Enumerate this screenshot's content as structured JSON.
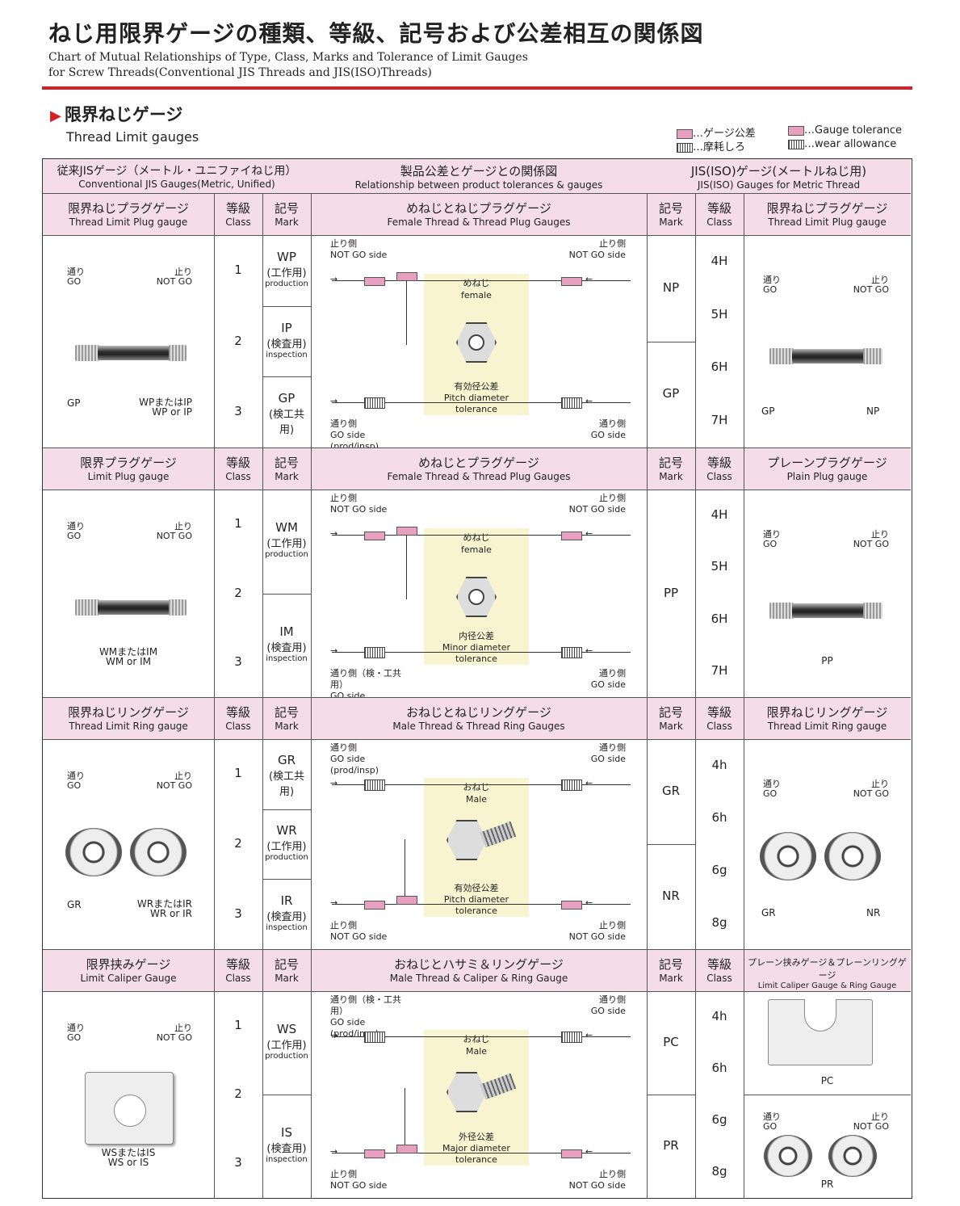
{
  "title": {
    "jp": "ねじ用限界ゲージの種類、等級、記号および公差相互の関係図",
    "en1": "Chart of Mutual Relationships of Type, Class, Marks and Tolerance of Limit Gauges",
    "en2": "for Screw Threads(Conventional JIS Threads and JIS(ISO)Threads)"
  },
  "section": {
    "jp": "限界ねじゲージ",
    "en": "Thread Limit gauges"
  },
  "legend": {
    "gt_jp": "…ゲージ公差",
    "wr_jp": "…摩耗しろ",
    "gt_en": "…Gauge tolerance",
    "wr_en": "…wear allowance"
  },
  "header": {
    "left_jp": "従来JISゲージ（メートル・ユニファイねじ用）",
    "left_en": "Conventional JIS Gauges(Metric, Unified)",
    "mid_jp": "製品公差とゲージとの関係図",
    "mid_en": "Relationship between product tolerances & gauges",
    "right_jp": "JIS(ISO)ゲージ(メートルねじ用)",
    "right_en": "JIS(ISO) Gauges for Metric Thread"
  },
  "common": {
    "class_jp": "等級",
    "class_en": "Class",
    "mark_jp": "記号",
    "mark_en": "Mark",
    "go_jp": "通り",
    "go_en": "GO",
    "ng_jp": "止り",
    "ng_en": "NOT GO"
  },
  "sections": [
    {
      "left_jp": "限界ねじプラグゲージ",
      "left_en": "Thread Limit Plug gauge",
      "mid_jp": "めねじとねじプラグゲージ",
      "mid_en": "Female Thread & Thread Plug Gauges",
      "right_jp": "限界ねじプラグゲージ",
      "right_en": "Thread Limit Plug gauge",
      "classes": [
        "1",
        "2",
        "3"
      ],
      "marks": [
        {
          "code": "WP",
          "jp": "(工作用)",
          "en": "production"
        },
        {
          "code": "IP",
          "jp": "(検査用)",
          "en": "inspection"
        },
        {
          "code": "GP",
          "jp": "(検工共用)",
          "en": ""
        }
      ],
      "left_cap_a": "GP",
      "left_cap_b": "WPまたはIP",
      "left_cap_c": "WP or IP",
      "top_left_jp": "止り側",
      "top_left_en": "NOT GO side",
      "top_right_jp": "止り側",
      "top_right_en": "NOT GO side",
      "bot_left_jp": "通り側",
      "bot_left_en": "GO side  (prod/insp)",
      "bot_right_jp": "通り側",
      "bot_right_en": "GO side",
      "zone_jp": "めねじ",
      "zone_en": "female",
      "tol_jp": "有効径公差",
      "tol_en": "Pitch diameter tolerance",
      "iso_marks": [
        "NP",
        "GP"
      ],
      "iso_classes": [
        "4H",
        "5H",
        "6H",
        "7H"
      ],
      "right_cap_a": "GP",
      "right_cap_b": "NP"
    },
    {
      "left_jp": "限界プラグゲージ",
      "left_en": "Limit Plug gauge",
      "mid_jp": "めねじとプラグゲージ",
      "mid_en": "Female Thread & Thread Plug Gauges",
      "right_jp": "プレーンプラグゲージ",
      "right_en": "Plain Plug gauge",
      "classes": [
        "1",
        "2",
        "3"
      ],
      "marks": [
        {
          "code": "WM",
          "jp": "(工作用)",
          "en": "production"
        },
        {
          "code": "IM",
          "jp": "(検査用)",
          "en": "inspection"
        }
      ],
      "left_cap_a": "WMまたはIM",
      "left_cap_b": "WM or IM",
      "top_left_jp": "止り側",
      "top_left_en": "NOT GO side",
      "top_right_jp": "止り側",
      "top_right_en": "NOT GO side",
      "bot_left_jp": "通り側（検・工共用）",
      "bot_left_en": "GO side  (prod/insp)",
      "bot_right_jp": "通り側",
      "bot_right_en": "GO side",
      "zone_jp": "めねじ",
      "zone_en": "female",
      "tol_jp": "内径公差",
      "tol_en": "Minor diameter tolerance",
      "iso_marks": [
        "PP"
      ],
      "iso_classes": [
        "4H",
        "5H",
        "6H",
        "7H"
      ],
      "right_cap_a": "PP"
    },
    {
      "left_jp": "限界ねじリングゲージ",
      "left_en": "Thread Limit Ring gauge",
      "mid_jp": "おねじとねじリングゲージ",
      "mid_en": "Male Thread & Thread Ring Gauges",
      "right_jp": "限界ねじリングゲージ",
      "right_en": "Thread Limit Ring gauge",
      "classes": [
        "1",
        "2",
        "3"
      ],
      "marks": [
        {
          "code": "GR",
          "jp": "(検工共用)",
          "en": ""
        },
        {
          "code": "WR",
          "jp": "(工作用)",
          "en": "production"
        },
        {
          "code": "IR",
          "jp": "(検査用)",
          "en": "inspection"
        }
      ],
      "left_cap_a": "GR",
      "left_cap_b": "WRまたはIR",
      "left_cap_c": "WR or IR",
      "top_left_jp": "通り側",
      "top_left_en": "GO side  (prod/insp)",
      "top_right_jp": "通り側",
      "top_right_en": "GO side",
      "bot_left_jp": "止り側",
      "bot_left_en": "NOT GO side",
      "bot_right_jp": "止り側",
      "bot_right_en": "NOT GO side",
      "zone_jp": "おねじ",
      "zone_en": "Male",
      "tol_jp": "有効径公差",
      "tol_en": "Pitch diameter tolerance",
      "iso_marks": [
        "GR",
        "NR"
      ],
      "iso_classes": [
        "4h",
        "6h",
        "6g",
        "8g"
      ],
      "right_cap_a": "GR",
      "right_cap_b": "NR"
    },
    {
      "left_jp": "限界挟みゲージ",
      "left_en": "Limit Caliper Gauge",
      "mid_jp": "おねじとハサミ＆リングゲージ",
      "mid_en": "Male Thread & Caliper & Ring Gauge",
      "right_jp": "プレーン挟みゲージ＆プレーンリングゲージ",
      "right_en": "Limit Caliper Gauge & Ring Gauge",
      "classes": [
        "1",
        "2",
        "3"
      ],
      "marks": [
        {
          "code": "WS",
          "jp": "(工作用)",
          "en": "production"
        },
        {
          "code": "IS",
          "jp": "(検査用)",
          "en": "inspection"
        }
      ],
      "left_cap_a": "WSまたはIS",
      "left_cap_b": "WS or IS",
      "top_left_jp": "通り側（検・工共用）",
      "top_left_en": "GO side  (prod/insp)",
      "top_right_jp": "通り側",
      "top_right_en": "GO side",
      "bot_left_jp": "止り側",
      "bot_left_en": "NOT GO side",
      "bot_right_jp": "止り側",
      "bot_right_en": "NOT GO side",
      "zone_jp": "おねじ",
      "zone_en": "Male",
      "tol_jp": "外径公差",
      "tol_en": "Major diameter tolerance",
      "iso_marks": [
        "PC",
        "PR"
      ],
      "iso_classes": [
        "4h",
        "6h",
        "6g",
        "8g"
      ],
      "right_cap_a": "PC",
      "right_cap_b": "PR"
    }
  ],
  "colors": {
    "accent_red": "#d42027",
    "header_pink": "#f4dde6",
    "gauge_tol": "#e7a0c0",
    "zone_yellow": "#f7f4cf"
  }
}
